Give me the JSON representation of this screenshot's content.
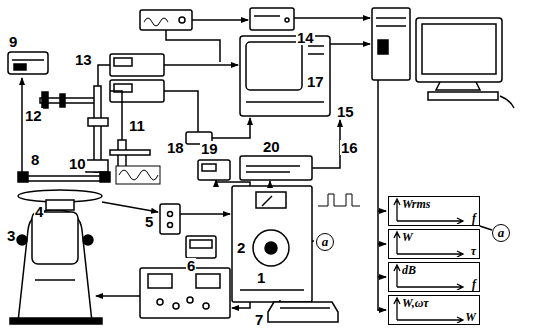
{
  "diagram": {
    "nodes": [
      {
        "text": [
          "Wrms",
          "f"
        ]
      },
      {
        "text": [
          "W",
          "τ"
        ]
      },
      {
        "text": [
          "dB",
          "f"
        ]
      },
      {
        "text": [
          "W,ωτ",
          "W"
        ]
      },
      {
        "text": [
          "a"
        ]
      },
      {
        "text": [
          "a"
        ]
      }
    ],
    "edges": [
      {
        "from": 0,
        "to": 4,
        "arrow": "none"
      }
    ],
    "labels": [
      "1",
      "2",
      "3",
      "4",
      "5",
      "6",
      "7",
      "8",
      "9",
      "10",
      "11",
      "12",
      "13",
      "14",
      "15",
      "16",
      "17",
      "18",
      "19",
      "20"
    ]
  }
}
